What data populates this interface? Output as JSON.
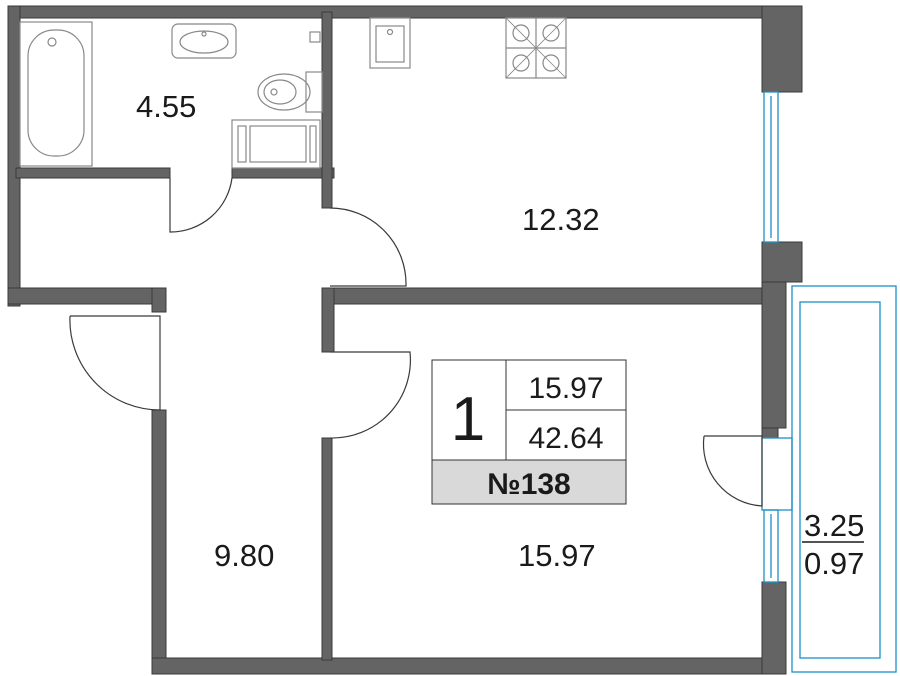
{
  "rooms": {
    "bathroom_area": "4.55",
    "kitchen_area": "12.32",
    "hall_area": "9.80",
    "living_area": "15.97"
  },
  "balcony": {
    "area_total": "3.25",
    "area_reduced": "0.97"
  },
  "info_box": {
    "rooms_count": "1",
    "living_area": "15.97",
    "total_area": "42.64",
    "apartment_number": "№138"
  },
  "colors": {
    "wall": "#646464",
    "wall_outline": "#3a3a3a",
    "balcony_line": "#1e8fc8",
    "fixture_line": "#888888",
    "number_bg": "#d9d9d9"
  }
}
